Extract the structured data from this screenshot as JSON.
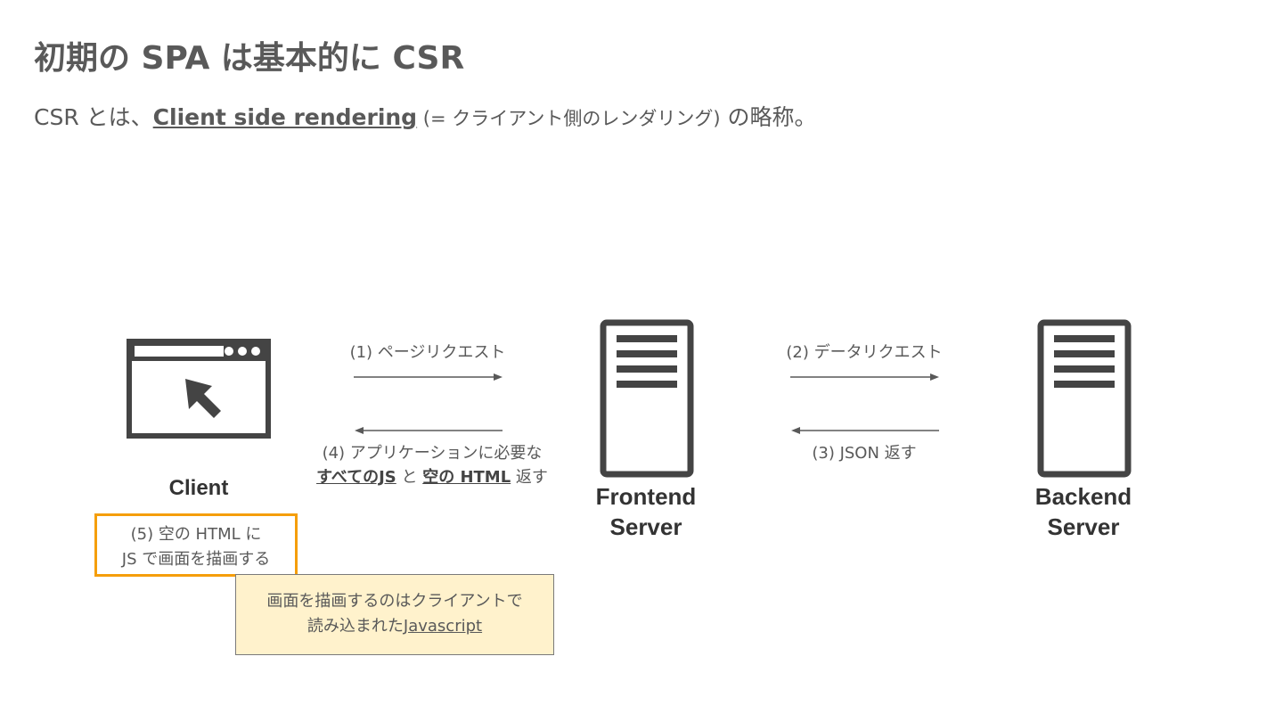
{
  "title": "初期の SPA は基本的に CSR",
  "subtitle": {
    "prefix": "CSR とは、",
    "term": "Client side rendering",
    "paren": " (= クライアント側のレンダリング)",
    "suffix": " の略称。"
  },
  "nodes": {
    "client": {
      "label": "Client"
    },
    "frontend": {
      "label_line1": "Frontend",
      "label_line2": "Server"
    },
    "backend": {
      "label_line1": "Backend",
      "label_line2": "Server"
    }
  },
  "steps": {
    "step1": "(1) ページリクエスト",
    "step2": "(2) データリクエスト",
    "step3": "(3) JSON 返す",
    "step4": {
      "line1": "(4) アプリケーションに必要な",
      "all_js": "すべてのJS",
      "and": " と ",
      "empty_html": "空の HTML",
      "returns": " 返す"
    },
    "step5": {
      "line1": "(5) 空の HTML に",
      "line2": "JS で画面を描画する"
    }
  },
  "note": {
    "line1": "画面を描画するのはクライアントで",
    "line2_prefix": "読み込まれた",
    "line2_link": "Javascript"
  },
  "colors": {
    "icon": "#444444",
    "highlight_border": "#f59e0b",
    "note_fill": "#fff2cc",
    "text": "#595959"
  },
  "icons": [
    "browser-window-icon",
    "cursor-arrow-icon",
    "server-icon"
  ]
}
